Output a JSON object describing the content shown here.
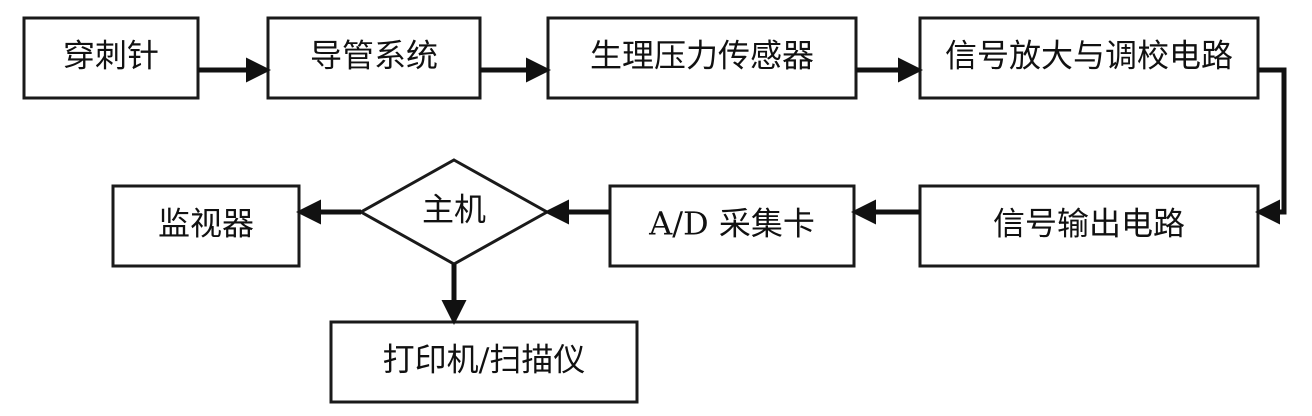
{
  "diagram": {
    "nodes": {
      "puncture_needle": "穿刺针",
      "catheter_system": "导管系统",
      "pressure_sensor": "生理压力传感器",
      "signal_amplifier": "信号放大与调校电路",
      "signal_output": "信号输出电路",
      "ad_card": "A/D 采集卡",
      "host": "主机",
      "monitor": "监视器",
      "printer_scanner": "打印机/扫描仪"
    },
    "colors": {
      "stroke": "#1a1a1a",
      "arrow": "#111111",
      "background": "#ffffff"
    }
  }
}
